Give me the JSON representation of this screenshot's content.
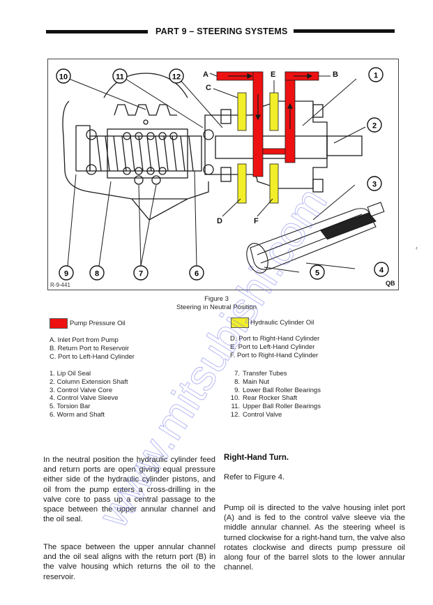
{
  "header": {
    "title": "PART 9 – STEERING SYSTEMS"
  },
  "figure": {
    "ref_code": "R-9-441",
    "logo": "QB",
    "callouts": [
      "1",
      "2",
      "3",
      "4",
      "5",
      "6",
      "7",
      "8",
      "9",
      "10",
      "11",
      "12"
    ],
    "port_labels": [
      "A",
      "B",
      "C",
      "D",
      "E",
      "F"
    ],
    "colors": {
      "pump_pressure": "#ee1111",
      "hydraulic_cylinder": "#f2ee2a",
      "line": "#1a1a1a"
    }
  },
  "caption": {
    "title": "Figure 3",
    "subtitle": "Steering in Neutral Position"
  },
  "legend": {
    "pump": {
      "label": "Pump Pressure Oil",
      "color": "#ee1111"
    },
    "cylinder": {
      "label": "Hydraulic Cylinder Oil",
      "color": "#f2ee2a"
    }
  },
  "ports_left": [
    {
      "key": "A.",
      "text": "Inlet Port from Pump"
    },
    {
      "key": "B.",
      "text": "Return Port to Reservoir"
    },
    {
      "key": "C.",
      "text": "Port to Left-Hand Cylinder"
    }
  ],
  "ports_right": [
    {
      "key": "D.",
      "text": "Port to Right-Hand Cylinder"
    },
    {
      "key": "E.",
      "text": "Port to Left-Hand Cylinder"
    },
    {
      "key": "F.",
      "text": "Port to Right-Hand Cylinder"
    }
  ],
  "parts_left": [
    {
      "key": "1.",
      "text": "Lip Oil Seal"
    },
    {
      "key": "2.",
      "text": "Column Extension Shaft"
    },
    {
      "key": "3.",
      "text": "Control Valve Core"
    },
    {
      "key": "4.",
      "text": "Control Valve Sleeve"
    },
    {
      "key": "5.",
      "text": "Torsion Bar"
    },
    {
      "key": "6.",
      "text": "Worm and Shaft"
    }
  ],
  "parts_right": [
    {
      "key": "7.",
      "text": "Transfer Tubes"
    },
    {
      "key": "8.",
      "text": "Main Nut"
    },
    {
      "key": "9.",
      "text": "Lower Ball Roller Bearings"
    },
    {
      "key": "10.",
      "text": "Rear Rocker Shaft"
    },
    {
      "key": "11.",
      "text": "Upper Ball Roller Bearings"
    },
    {
      "key": "12.",
      "text": "Control Valve"
    }
  ],
  "body": {
    "left_p1": "In the neutral position the hydraulic cylinder feed and return ports are open giving equal pressure either side of the hydraulic cylinder pistons, and oil from the pump enters a cross-drilling in the valve core to pass up a central passage to the space between the upper annular channel and the oil seal.",
    "left_p2": "The space between the upper annular channel and the oil seal aligns with the return port (B) in the valve housing which returns the oil to the reservoir.",
    "right_heading": "Right-Hand Turn.",
    "right_ref": "Refer to Figure 4.",
    "right_p1": "Pump oil is directed to the valve housing inlet port (A) and is fed to the control valve sleeve via the middle annular channel. As the steering wheel is turned clockwise for a right-hand turn, the valve also rotates clockwise and directs pump pressure oil along four of the barrel slots to the lower annular channel."
  },
  "watermark": "www.mitsubishi.com"
}
